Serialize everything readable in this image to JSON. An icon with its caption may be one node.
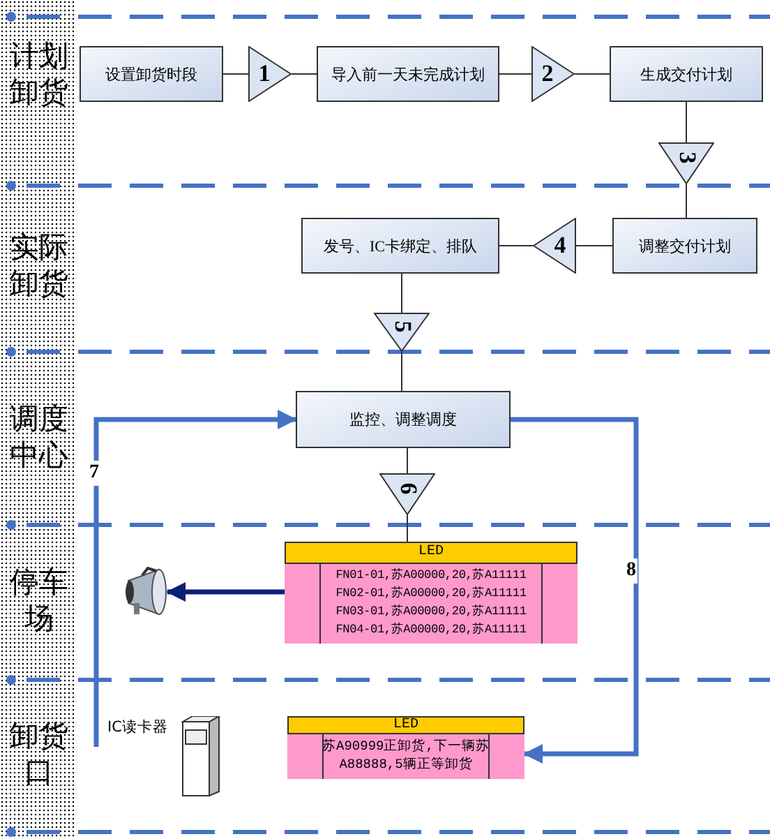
{
  "diagram": {
    "nodes": [
      {
        "text": [
          "设置卸货时段"
        ]
      },
      {
        "text": [
          "1"
        ]
      },
      {
        "text": [
          "导入前一天未完成计划"
        ]
      },
      {
        "text": [
          "2"
        ]
      },
      {
        "text": [
          "生成交付计划"
        ]
      },
      {
        "text": [
          "3"
        ]
      },
      {
        "text": [
          "调整交付计划"
        ]
      },
      {
        "text": [
          "4"
        ]
      },
      {
        "text": [
          "发号、IC卡绑定、排队"
        ]
      },
      {
        "text": [
          "5"
        ]
      },
      {
        "text": [
          "监控、调整调度"
        ]
      },
      {
        "text": [
          "6"
        ]
      },
      {
        "text": [
          "LED",
          "FN01-01,苏A00000,20,苏A11111",
          "FN02-01,苏A00000,20,苏A11111",
          "FN03-01,苏A00000,20,苏A11111",
          "FN04-01,苏A00000,20,苏A11111"
        ]
      },
      {
        "text": [],
        "shape": "picture"
      },
      {
        "text": [],
        "shape": "picture",
        "beside": [
          "IC读卡器"
        ]
      },
      {
        "text": [
          "LED",
          "苏A90999正卸货,下一辆苏A88888,5辆正等卸货"
        ]
      }
    ],
    "edges": [
      {
        "from": 0,
        "to": 1,
        "arrow": "none"
      },
      {
        "from": 1,
        "to": 2,
        "arrow": "none"
      },
      {
        "from": 2,
        "to": 3,
        "arrow": "none"
      },
      {
        "from": 3,
        "to": 4,
        "arrow": "none"
      },
      {
        "from": 4,
        "to": 5,
        "arrow": "none"
      },
      {
        "from": 5,
        "to": 6,
        "arrow": "none"
      },
      {
        "from": 6,
        "to": 7,
        "arrow": "none"
      },
      {
        "from": 7,
        "to": 8,
        "arrow": "none"
      },
      {
        "from": 8,
        "to": 9,
        "arrow": "none"
      },
      {
        "from": 9,
        "to": 10,
        "arrow": "none"
      },
      {
        "from": 10,
        "to": 11,
        "arrow": "none"
      },
      {
        "from": 11,
        "to": 12,
        "arrow": "none"
      },
      {
        "from": 12,
        "to": 13,
        "arrow": "to",
        "style": "thick",
        "color": "#0a1f7a"
      },
      {
        "from": null,
        "to": 10,
        "arrow": "to",
        "label": "7",
        "style": "thick",
        "color": "#4472c4"
      },
      {
        "from": 10,
        "to": 15,
        "arrow": "to",
        "label": "8",
        "style": "thick",
        "color": "#4472c4"
      }
    ],
    "labels": [
      "计划卸货",
      "实际卸货",
      "调度中心",
      "停车场",
      "卸货口"
    ]
  }
}
